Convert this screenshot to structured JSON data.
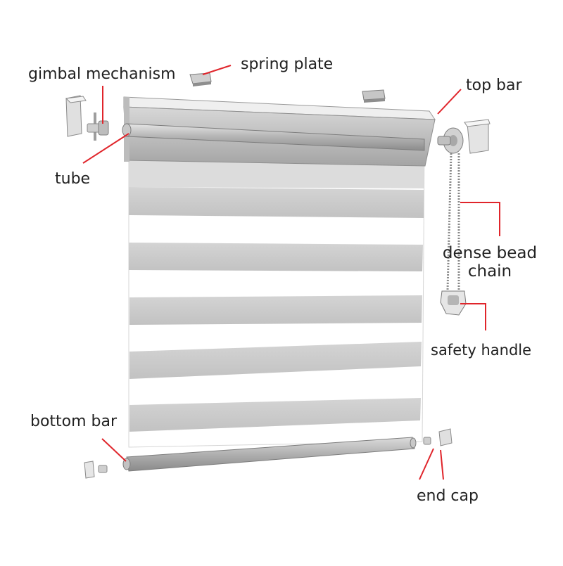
{
  "labels": {
    "gimbal_mechanism": "gimbal mechanism",
    "spring_plate": "spring plate",
    "top_bar": "top bar",
    "tube": "tube",
    "dense_bead_chain_line1": "dense bead",
    "dense_bead_chain_line2": "chain",
    "safety_handle": "safety handle",
    "bottom_bar": "bottom bar",
    "end_cap": "end cap"
  },
  "colors": {
    "leader_line": "#e0252b",
    "opaque_stripe": "#c8c8c8",
    "sheer_stripe": "#ffffff",
    "metal": "#a9a9a9",
    "text": "#222222"
  }
}
